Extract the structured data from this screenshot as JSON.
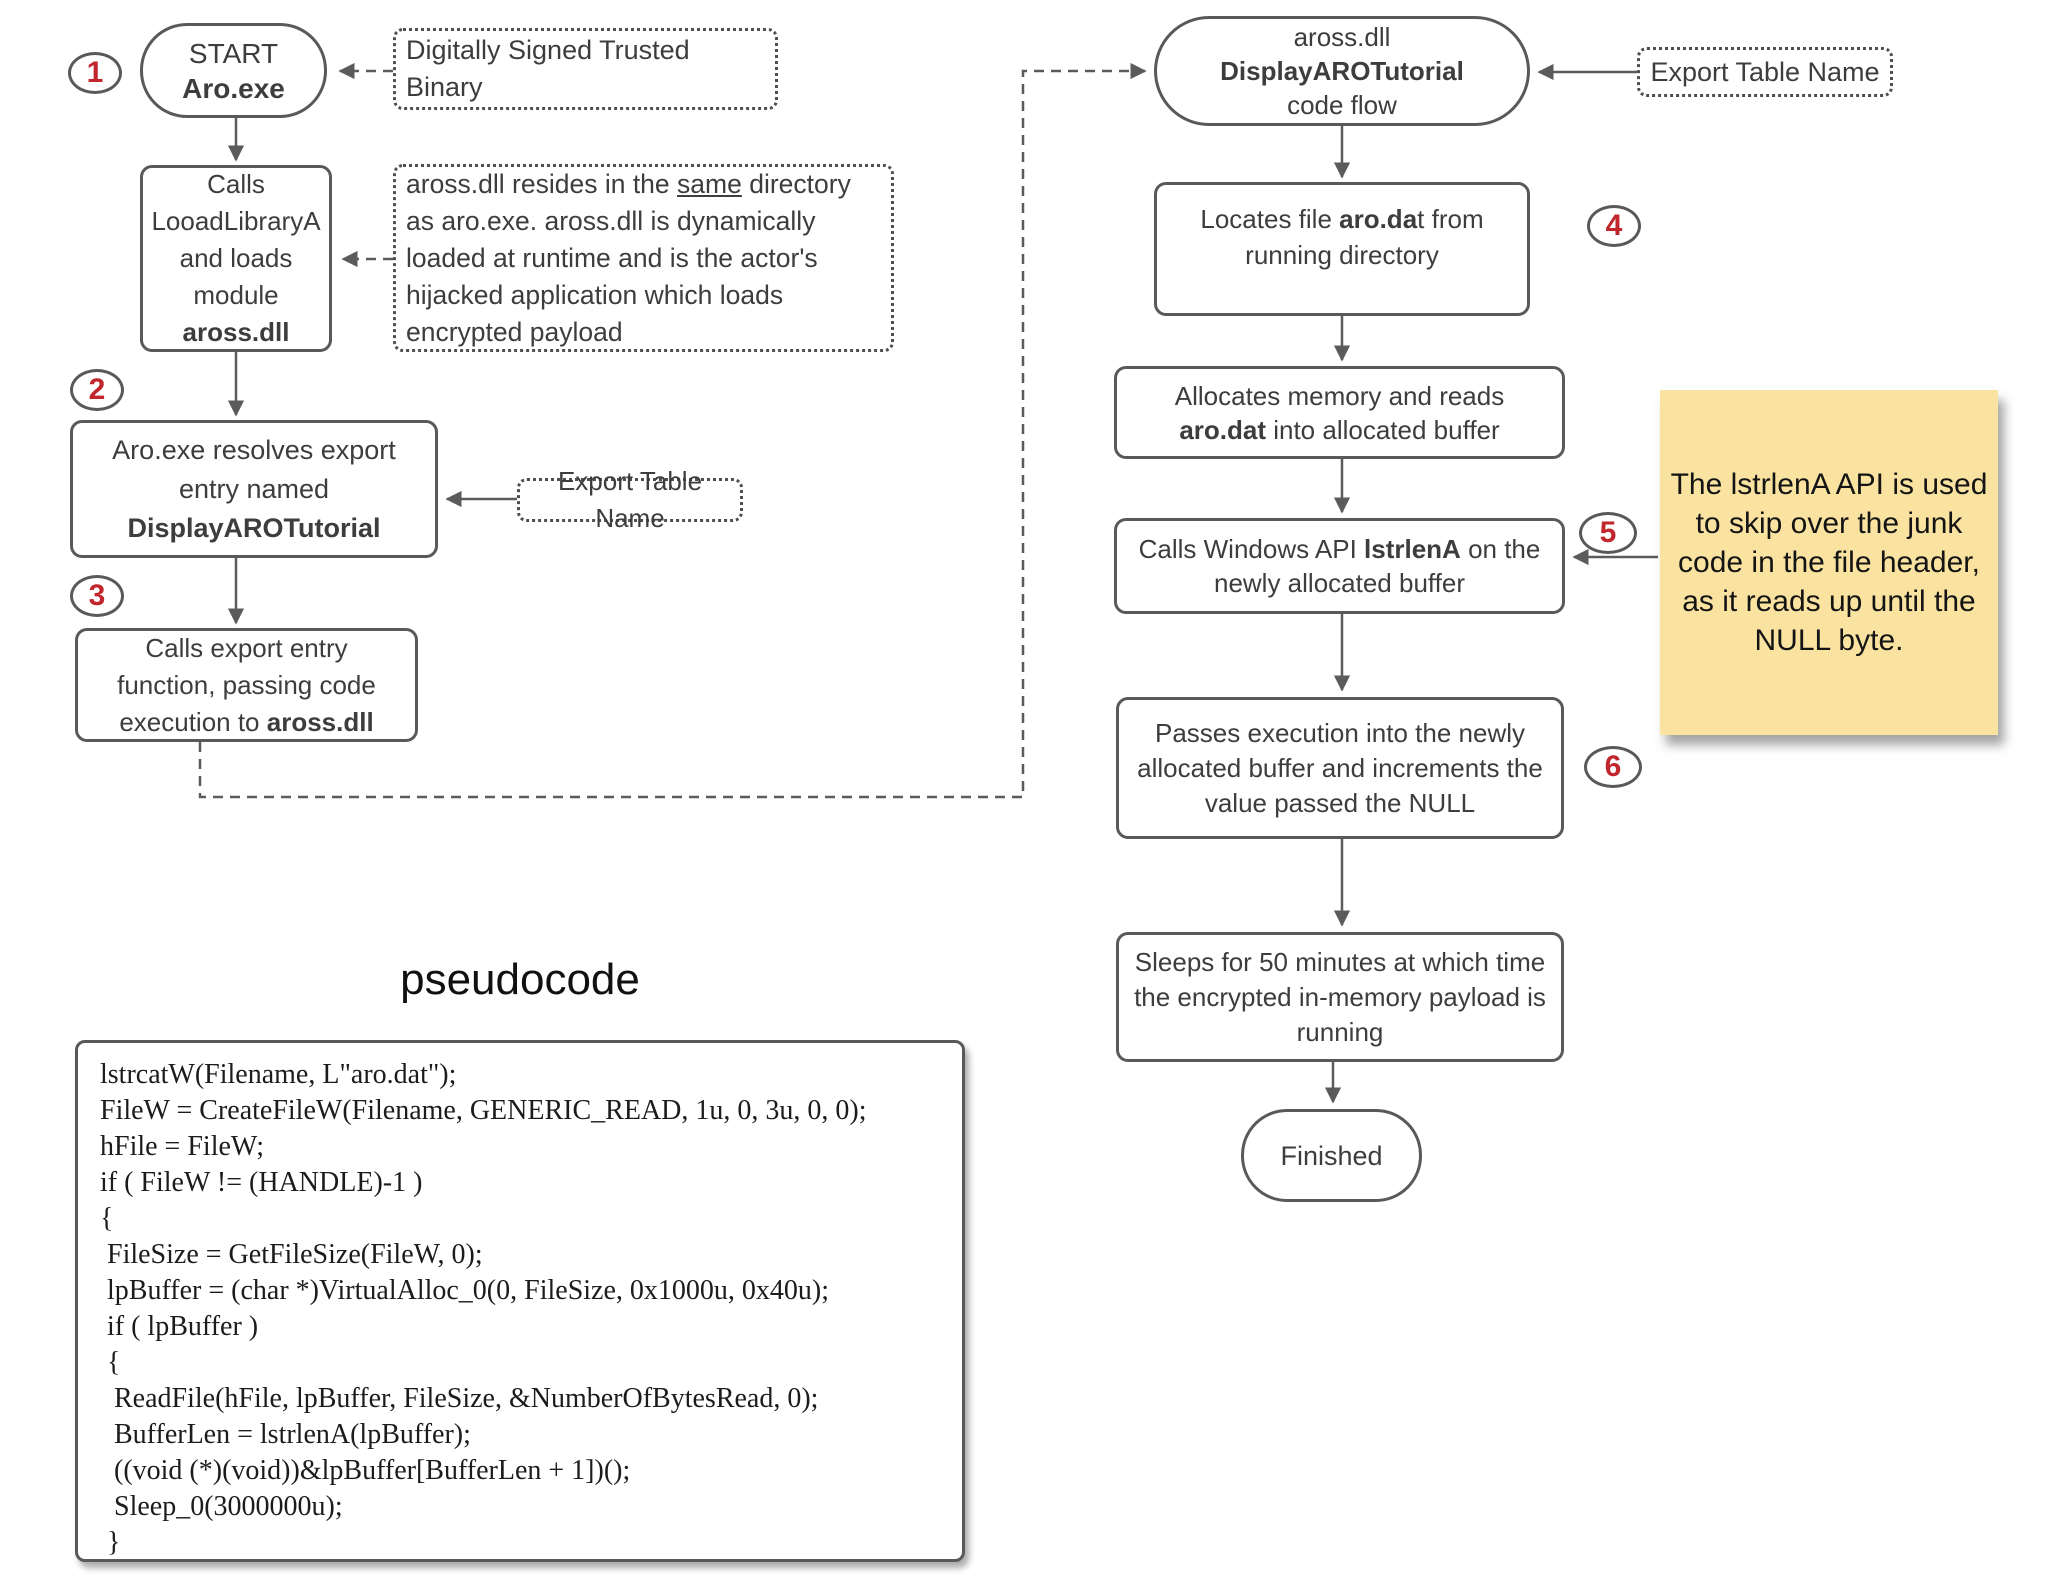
{
  "colors": {
    "shape_border": "#595959",
    "text_gray": "#3d3d3d",
    "badge_red": "#c0262c",
    "sticky_yellow": "#fae3a1"
  },
  "badges": {
    "b1": "1",
    "b2": "2",
    "b3": "3",
    "b4": "4",
    "b5": "5",
    "b6": "6"
  },
  "nodes": {
    "start": [
      [
        {
          "t": "START"
        }
      ],
      [
        {
          "t": "Aro.exe",
          "b": true
        }
      ]
    ],
    "loadlib": [
      [
        {
          "t": "Calls"
        }
      ],
      [
        {
          "t": "LooadLibraryA"
        }
      ],
      [
        {
          "t": "and loads"
        }
      ],
      [
        {
          "t": "module"
        }
      ],
      [
        {
          "t": "aross.dll",
          "b": true
        }
      ]
    ],
    "resolve": [
      [
        {
          "t": "Aro.exe resolves export"
        }
      ],
      [
        {
          "t": "entry named"
        }
      ],
      [
        {
          "t": "DisplayAROTutorial",
          "b": true
        }
      ]
    ],
    "callexport": [
      [
        {
          "t": "Calls export entry"
        }
      ],
      [
        {
          "t": "function, passing code"
        }
      ],
      [
        {
          "t": "execution to "
        },
        {
          "t": "aross.dll",
          "b": true
        }
      ]
    ],
    "ellipse": [
      [
        {
          "t": "aross.dll"
        }
      ],
      [
        {
          "t": "DisplayAROTutorial",
          "b": true
        }
      ],
      [
        {
          "t": "code flow"
        }
      ]
    ],
    "locates": [
      [
        {
          "t": "Locates file "
        },
        {
          "t": "aro.da",
          "b": true
        },
        {
          "t": "t from"
        }
      ],
      [
        {
          "t": "running directory"
        }
      ]
    ],
    "allocates": [
      [
        {
          "t": "Allocates memory and reads"
        }
      ],
      [
        {
          "t": "aro.dat",
          "b": true
        },
        {
          "t": " into allocated buffer"
        }
      ]
    ],
    "lstrlen": [
      [
        {
          "t": "Calls Windows API "
        },
        {
          "t": "lstrlenA",
          "b": true
        },
        {
          "t": " on the"
        }
      ],
      [
        {
          "t": "newly allocated buffer"
        }
      ]
    ],
    "passes": [
      [
        {
          "t": "Passes execution into the newly"
        }
      ],
      [
        {
          "t": "allocated buffer and increments the"
        }
      ],
      [
        {
          "t": "value passed the NULL"
        }
      ]
    ],
    "sleeps": [
      [
        {
          "t": "Sleeps for 50 minutes at which time"
        }
      ],
      [
        {
          "t": "the encrypted in-memory payload is"
        }
      ],
      [
        {
          "t": "running"
        }
      ]
    ],
    "finished": "Finished"
  },
  "notes": {
    "signed": [
      [
        {
          "t": "Digitally Signed Trusted"
        }
      ],
      [
        {
          "t": "Binary"
        }
      ]
    ],
    "aross_dir": [
      [
        {
          "t": "aross.dll resides in the "
        },
        {
          "t": "same",
          "u": true
        },
        {
          "t": " directory"
        }
      ],
      [
        {
          "t": "as aro.exe. aross.dll is dynamically"
        }
      ],
      [
        {
          "t": "loaded at runtime and is the actor's"
        }
      ],
      [
        {
          "t": "hijacked application which loads"
        }
      ],
      [
        {
          "t": "encrypted payload"
        }
      ]
    ],
    "export_left": "Export Table Name",
    "export_right": "Export Table Name",
    "sticky": [
      [
        {
          "t": "The lstrlenA API is used"
        }
      ],
      [
        {
          "t": "to skip over the junk"
        }
      ],
      [
        {
          "t": "code in the file header,"
        }
      ],
      [
        {
          "t": "as it reads up until the"
        }
      ],
      [
        {
          "t": "NULL byte."
        }
      ]
    ]
  },
  "pseudocode": {
    "title": "pseudocode",
    "code": "lstrcatW(Filename, L\"aro.dat\");\nFileW = CreateFileW(Filename, GENERIC_READ, 1u, 0, 3u, 0, 0);\nhFile = FileW;\nif ( FileW != (HANDLE)-1 )\n{\n FileSize = GetFileSize(FileW, 0);\n lpBuffer = (char *)VirtualAlloc_0(0, FileSize, 0x1000u, 0x40u);\n if ( lpBuffer )\n {\n  ReadFile(hFile, lpBuffer, FileSize, &NumberOfBytesRead, 0);\n  BufferLen = lstrlenA(lpBuffer);\n  ((void (*)(void))&lpBuffer[BufferLen + 1])();\n  Sleep_0(3000000u);\n }"
  }
}
